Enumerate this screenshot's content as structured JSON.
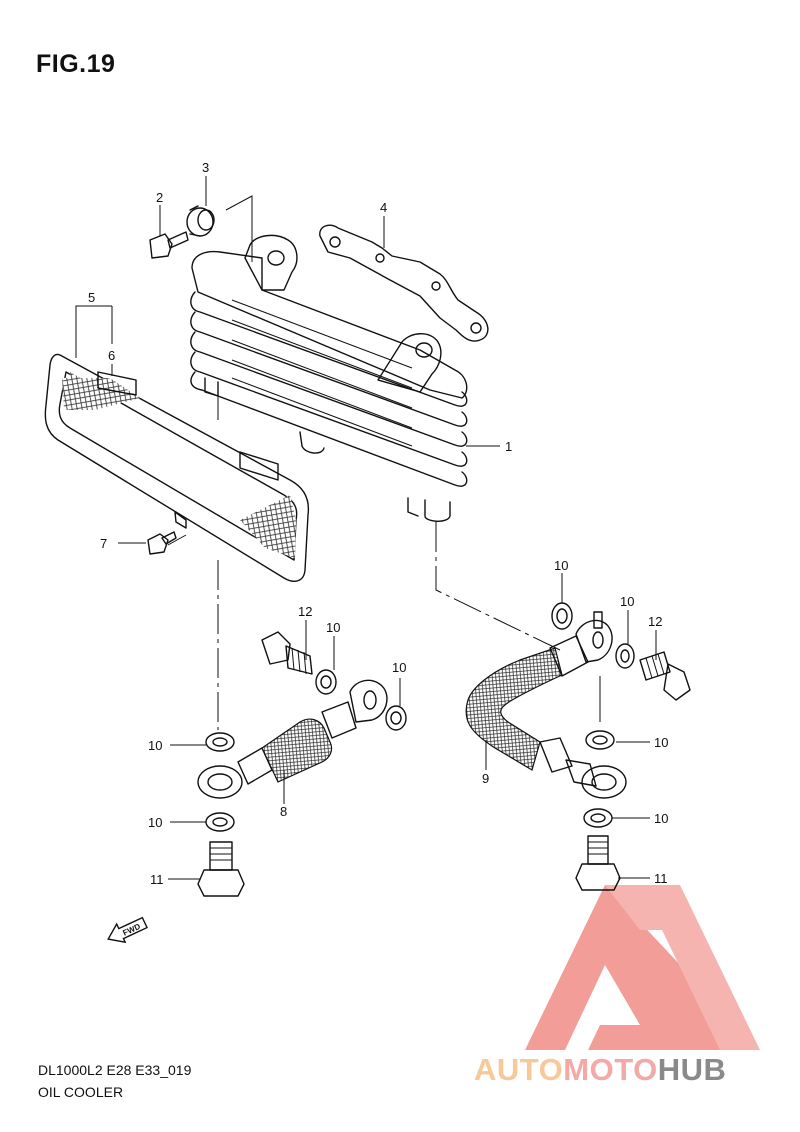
{
  "figure": {
    "title": "FIG.19"
  },
  "footer": {
    "code": "DL1000L2 E28 E33_019",
    "caption": "OIL COOLER"
  },
  "direction_marker": {
    "text": "FWD",
    "icon": "fwd-arrow-icon"
  },
  "callouts": [
    {
      "id": "c3",
      "number": "3",
      "part": "cushion"
    },
    {
      "id": "c2",
      "number": "2",
      "part": "bolt"
    },
    {
      "id": "c4",
      "number": "4",
      "part": "bracket"
    },
    {
      "id": "c5",
      "number": "5",
      "part": "guard assembly"
    },
    {
      "id": "c6",
      "number": "6",
      "part": "cushion strip"
    },
    {
      "id": "c1",
      "number": "1",
      "part": "oil cooler"
    },
    {
      "id": "c7",
      "number": "7",
      "part": "screw"
    },
    {
      "id": "c10a",
      "number": "10",
      "part": "gasket"
    },
    {
      "id": "c10b",
      "number": "10",
      "part": "gasket"
    },
    {
      "id": "c12a",
      "number": "12",
      "part": "union bolt"
    },
    {
      "id": "c10c",
      "number": "10",
      "part": "gasket"
    },
    {
      "id": "c12b",
      "number": "12",
      "part": "union bolt"
    },
    {
      "id": "c10d",
      "number": "10",
      "part": "gasket"
    },
    {
      "id": "c10e",
      "number": "10",
      "part": "gasket"
    },
    {
      "id": "c10f",
      "number": "10",
      "part": "gasket"
    },
    {
      "id": "c9",
      "number": "9",
      "part": "hose"
    },
    {
      "id": "c8",
      "number": "8",
      "part": "hose"
    },
    {
      "id": "c10g",
      "number": "10",
      "part": "gasket"
    },
    {
      "id": "c10h",
      "number": "10",
      "part": "gasket"
    },
    {
      "id": "c11a",
      "number": "11",
      "part": "union bolt"
    },
    {
      "id": "c11b",
      "number": "11",
      "part": "union bolt"
    }
  ],
  "watermark": {
    "brand": "AUTOMOTOHUB",
    "part_a": "AUTO",
    "part_b": "MOTO",
    "part_c": "HUB",
    "colors": {
      "auto": "#f7c89a",
      "moto": "#f3a9a6",
      "hub": "#8a8a8a",
      "logo": "#f08c86"
    }
  }
}
